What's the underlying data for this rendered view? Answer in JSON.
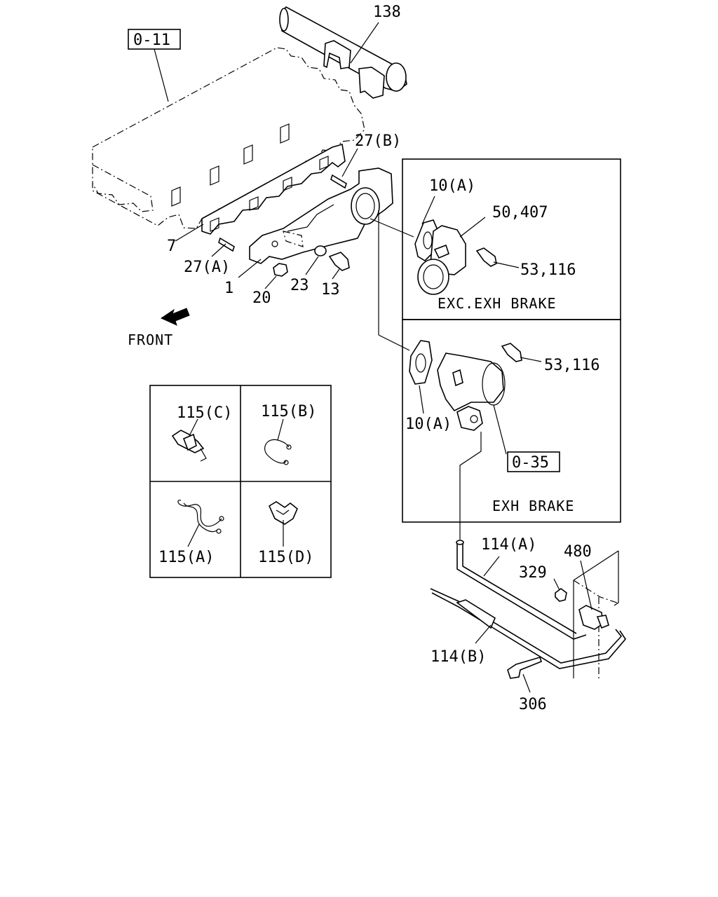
{
  "labels": {
    "ref_0_11": "0-11",
    "ref_0_35": "0-35",
    "p138": "138",
    "p27b": "27(B)",
    "p27a": "27(A)",
    "p7": "7",
    "p1": "1",
    "p20": "20",
    "p23": "23",
    "p13": "13",
    "p10a_top": "10(A)",
    "p50_407": "50,407",
    "p53_116_top": "53,116",
    "p10a_bottom": "10(A)",
    "p53_116_bottom": "53,116",
    "p115c": "115(C)",
    "p115b": "115(B)",
    "p115a": "115(A)",
    "p115d": "115(D)",
    "p114a": "114(A)",
    "p114b": "114(B)",
    "p329": "329",
    "p480": "480",
    "p306": "306"
  },
  "captions": {
    "front": "FRONT",
    "exc_exh_brake": "EXC.EXH BRAKE",
    "exh_brake": "EXH BRAKE"
  }
}
